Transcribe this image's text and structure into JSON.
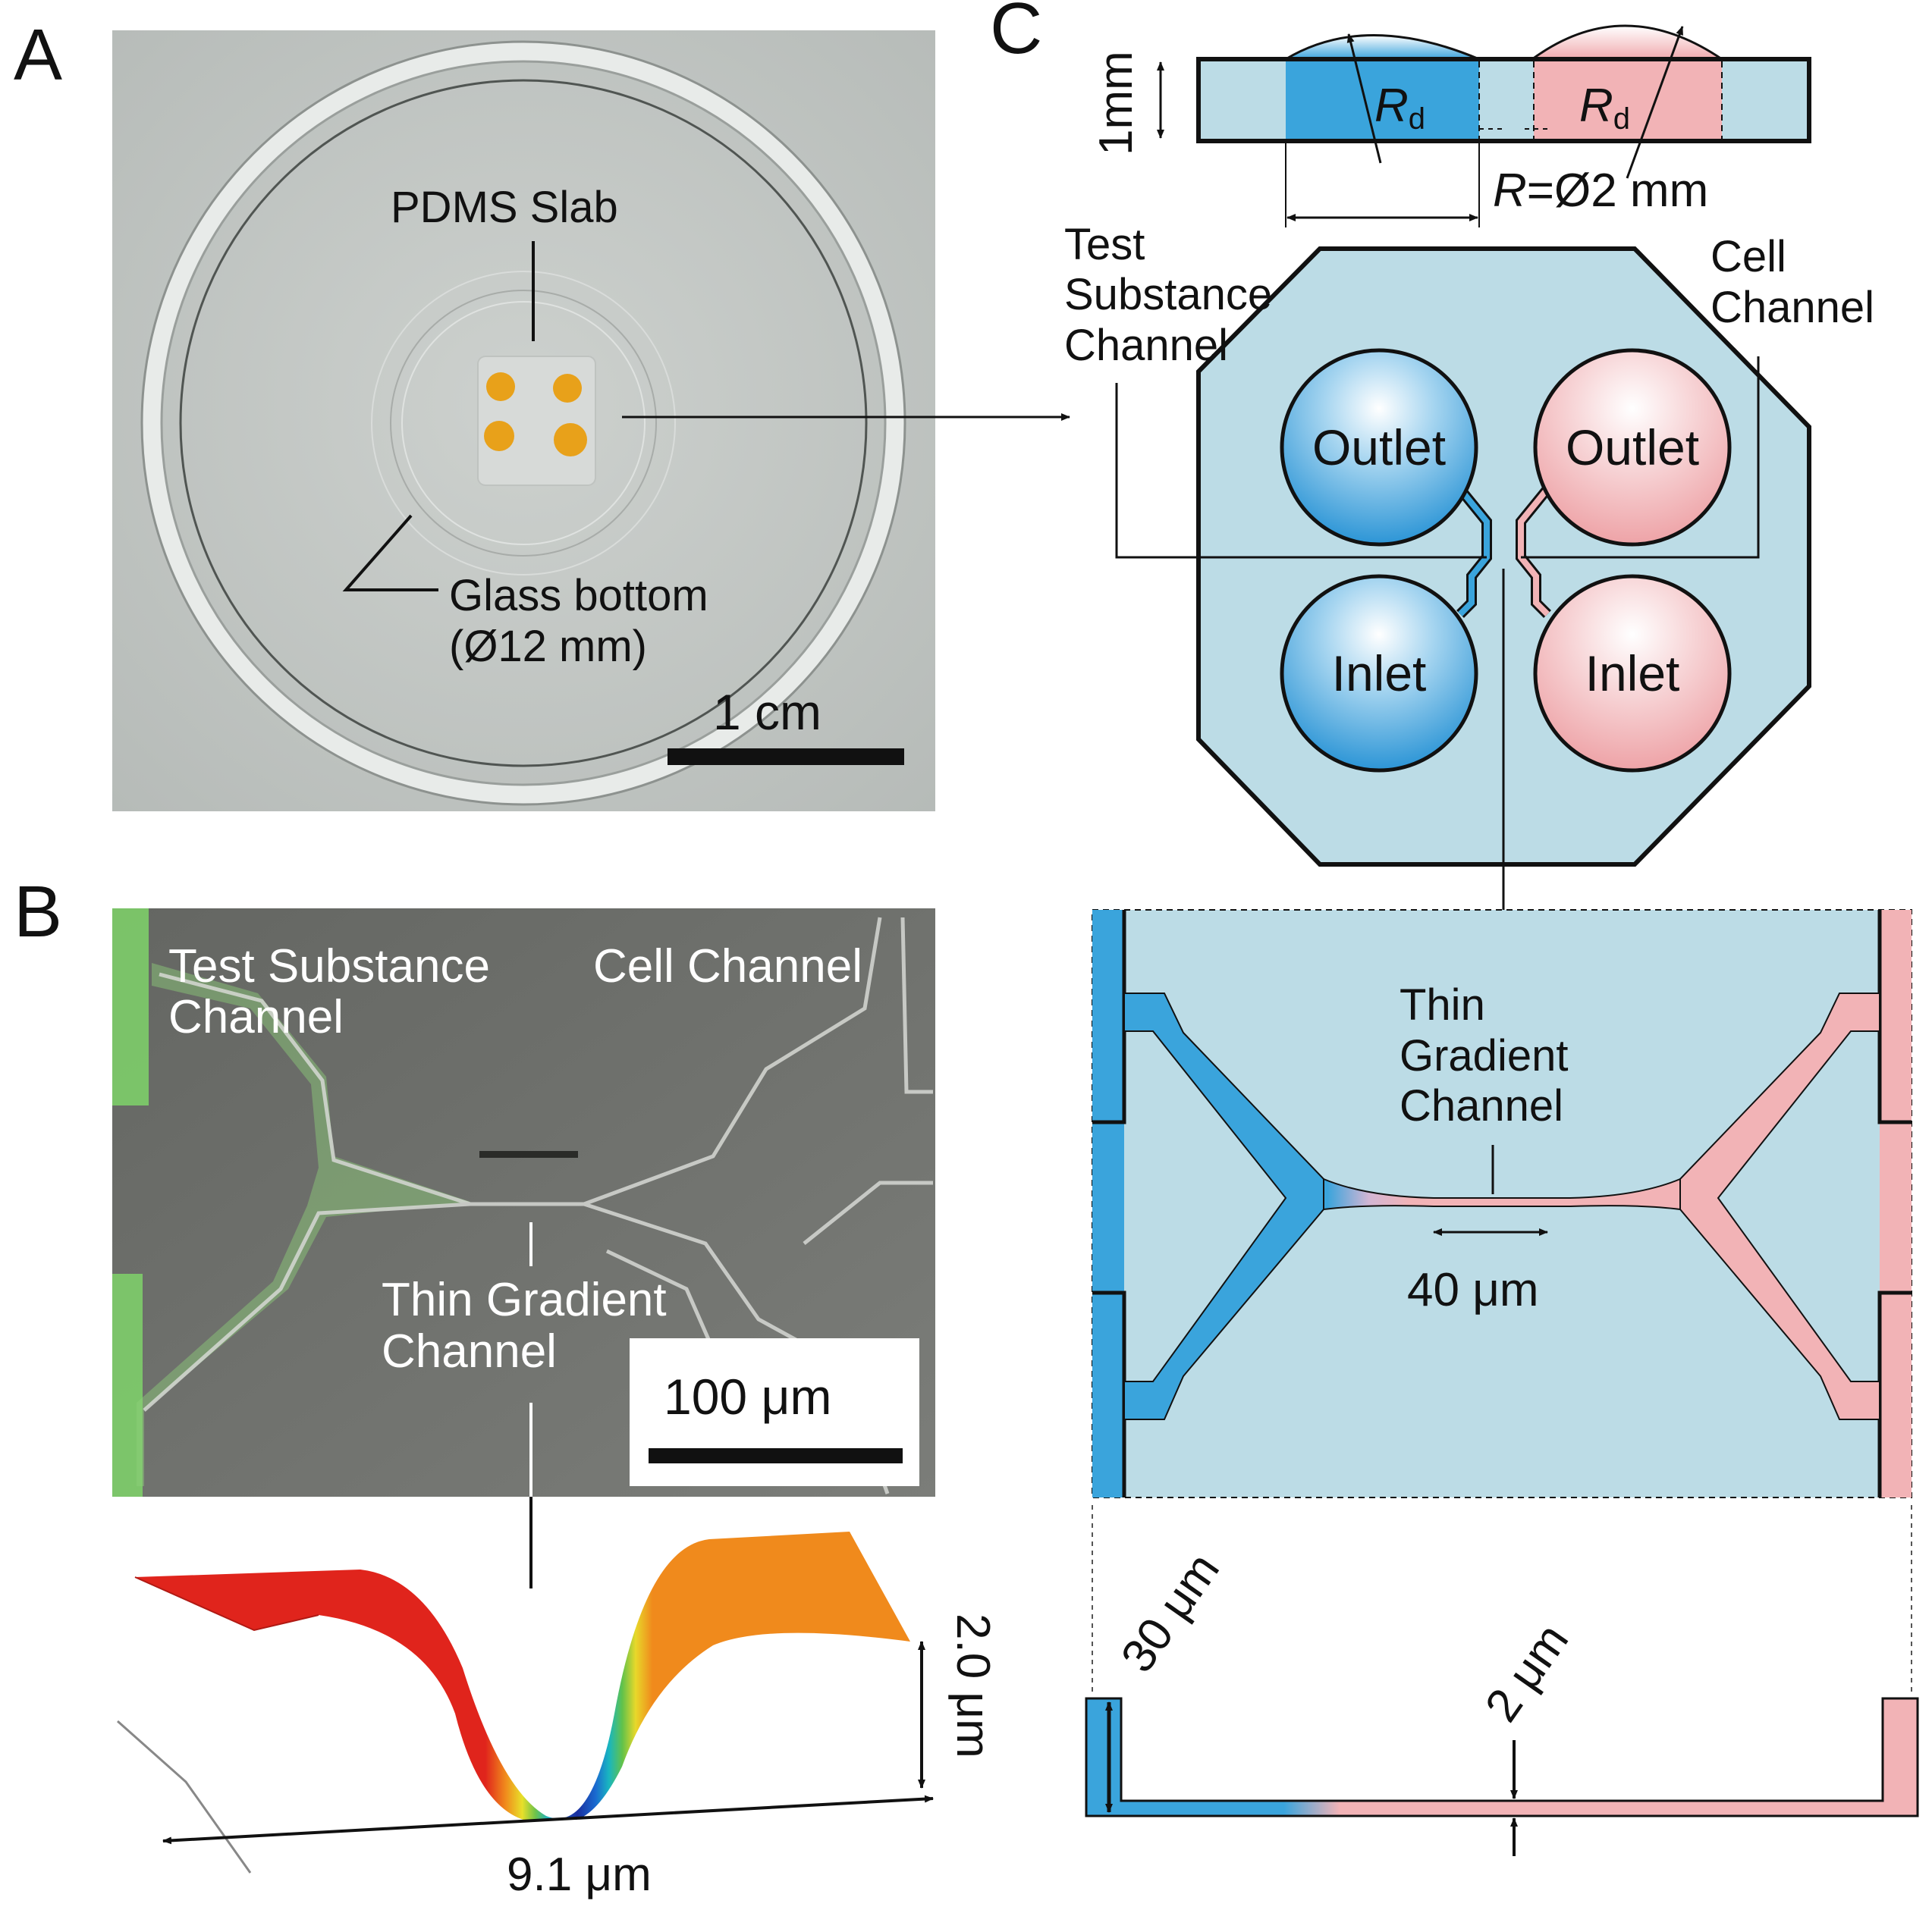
{
  "panels": {
    "a": {
      "letter": "A",
      "pdms_label": "PDMS Slab",
      "glass_label_1": "Glass bottom",
      "glass_label_2": "(Ø12 mm)",
      "scale_label": "1 cm"
    },
    "b": {
      "letter": "B",
      "test_label_1": "Test Substance",
      "test_label_2": "Channel",
      "cell_label": "Cell Channel",
      "thin_label_1": "Thin Gradient",
      "thin_label_2": "Channel",
      "scale_label": "100 μm",
      "width_label": "9.1 μm",
      "height_label": "2.0 μm"
    },
    "c": {
      "letter": "C",
      "thickness_label": "1mm",
      "rd_label": "R",
      "rd_subscript": "d",
      "r_symbol": "R",
      "r_label": "=Ø2 mm",
      "test_label_1": "Test",
      "test_label_2": "Substance",
      "test_label_3": "Channel",
      "cell_label_1": "Cell",
      "cell_label_2": "Channel",
      "outlet_label": "Outlet",
      "inlet_label": "Inlet",
      "thin_label_1": "Thin",
      "thin_label_2": "Gradient",
      "thin_label_3": "Channel",
      "length_label": "40 μm",
      "depth_label": "30 μm",
      "gap_label": "2 μm"
    }
  },
  "colors": {
    "chip_fill": "#bcdce6",
    "test_blue": "#3aa4dc",
    "cell_pink": "#f2b3b6",
    "photo_gray": "#c2c7c4",
    "micrograph_gray": "#6f716c",
    "green_overlay": "#7fd36a"
  }
}
